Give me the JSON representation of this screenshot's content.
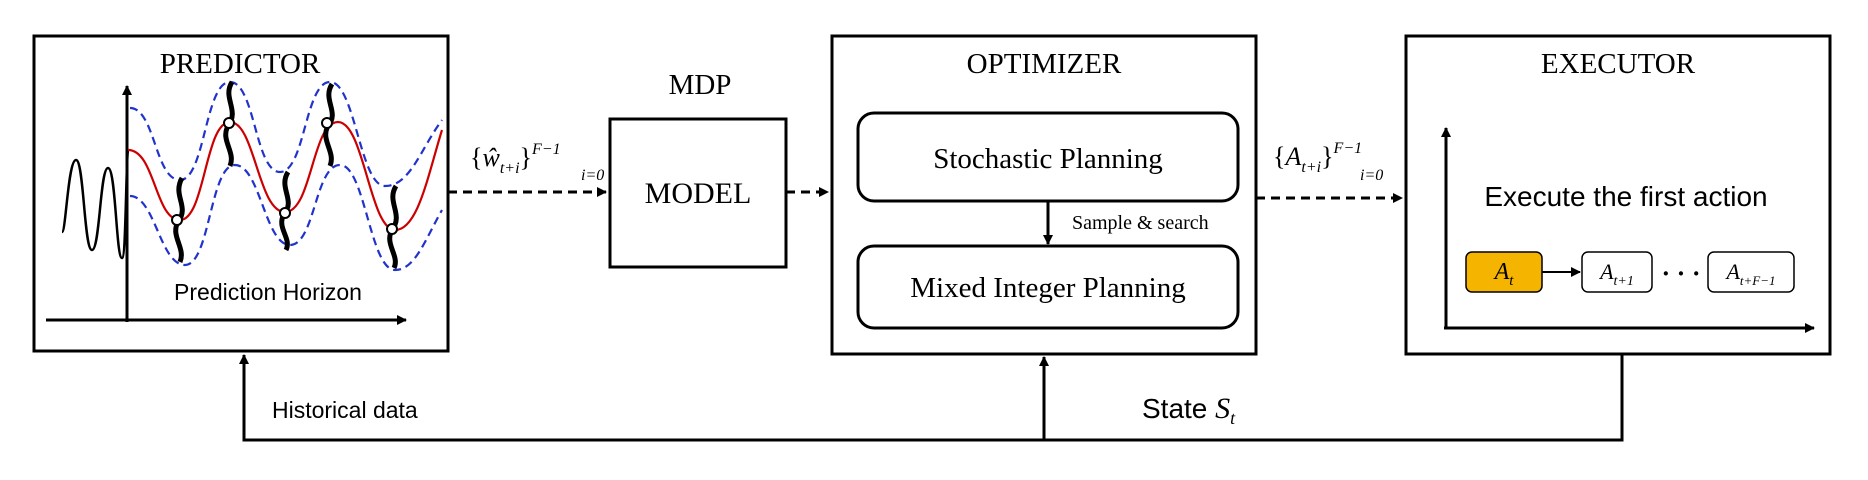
{
  "predictor": {
    "title": "PREDICTOR",
    "horizon_label": "Prediction Horizon"
  },
  "mdp": {
    "title": "MDP",
    "model_label": "MODEL"
  },
  "optimizer": {
    "title": "OPTIMIZER",
    "stochastic_label": "Stochastic Planning",
    "sample_search_label": "Sample & search",
    "mixed_integer_label": "Mixed Integer Planning"
  },
  "executor": {
    "title": "EXECUTOR",
    "execute_label": "Execute the first action",
    "ellipsis": "· · ·",
    "actions": [
      {
        "base": "A",
        "sub": "t",
        "highlighted": true
      },
      {
        "base": "A",
        "sub": "t+1",
        "highlighted": false
      },
      {
        "base": "A",
        "sub": "t+F−1",
        "highlighted": false
      }
    ]
  },
  "flows": {
    "w_label": {
      "open": "{",
      "base": "ŵ",
      "sub": "t+i",
      "close": "}",
      "sup": "F−1",
      "lower": "i=0"
    },
    "a_label": {
      "open": "{",
      "base": "A",
      "sub": "t+i",
      "close": "}",
      "sup": "F−1",
      "lower": "i=0"
    },
    "historical_label": "Historical data",
    "state_label": {
      "text": "State ",
      "symbol": "S",
      "sub": "t"
    }
  },
  "colors": {
    "stroke": "#000000",
    "mean_curve": "#cc0000",
    "bounds": "#2233cc",
    "highlight_action": "#f5b400"
  }
}
